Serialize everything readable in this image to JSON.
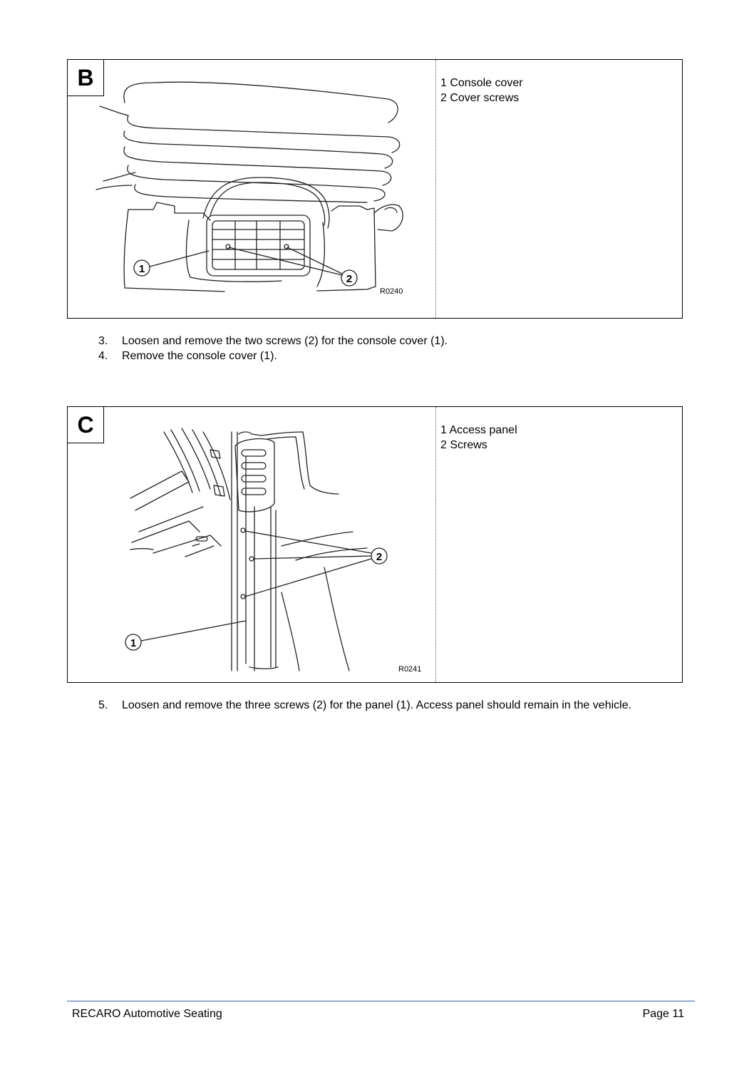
{
  "figures": [
    {
      "letter": "B",
      "legend": [
        "1 Console cover",
        "2 Cover screws"
      ],
      "code": "R0240",
      "callouts": [
        "1",
        "2"
      ]
    },
    {
      "letter": "C",
      "legend": [
        "1 Access panel",
        "2 Screws"
      ],
      "code": "R0241",
      "callouts": [
        "1",
        "2"
      ]
    }
  ],
  "steps_b": [
    {
      "num": "3.",
      "text": "Loosen and remove the two screws (2) for the console cover (1)."
    },
    {
      "num": "4.",
      "text": "Remove the console cover (1)."
    }
  ],
  "steps_c": [
    {
      "num": "5.",
      "text": "Loosen and remove the three screws (2) for the panel (1). Access panel should remain in the vehicle."
    }
  ],
  "footer": {
    "left": "RECARO Automotive Seating",
    "right": "Page 11"
  }
}
